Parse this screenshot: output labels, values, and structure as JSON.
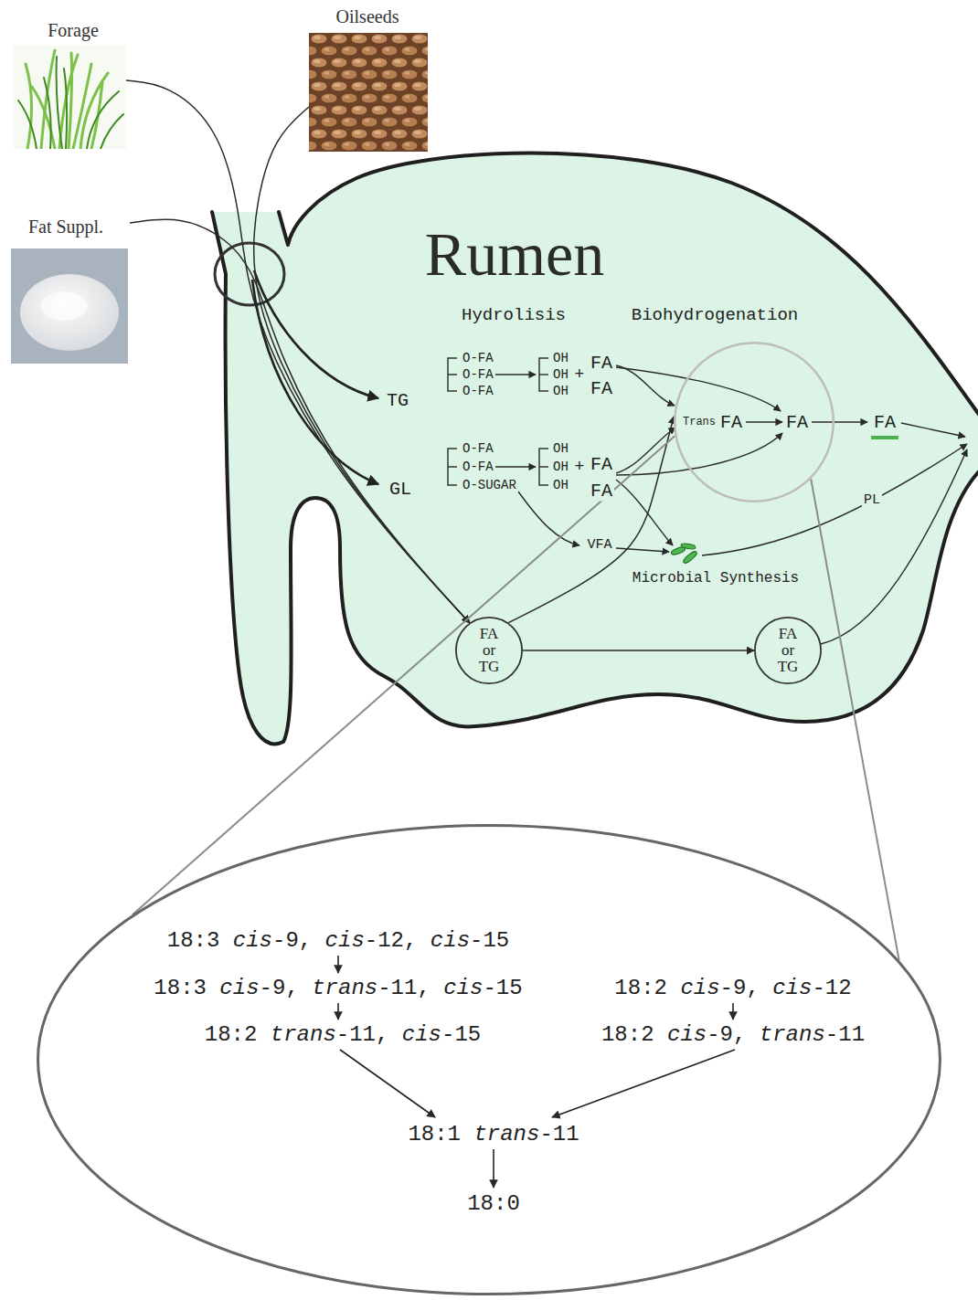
{
  "diagram": {
    "nodes": [
      {
        "text": [
          "Forage"
        ]
      },
      {
        "text": [
          "Oilseeds"
        ]
      },
      {
        "text": [
          "Fat Suppl."
        ]
      },
      {
        "text": [
          "Trans",
          "FA",
          "FA"
        ]
      },
      {
        "text": [
          "FA or TG"
        ]
      },
      {
        "text": [
          "FA or TG"
        ]
      },
      {
        "text": [
          "18:3 cis-9, cis-12, cis-15",
          "18:3 cis-9, trans-11, cis-15",
          "18:2 cis-9, cis-12",
          "18:2 trans-11, cis-15",
          "18:2 cis-9, trans-11",
          "18:1 trans-11",
          "18:0"
        ]
      }
    ],
    "edges": [
      {
        "from": 0,
        "to": 4,
        "arrow": "to"
      },
      {
        "from": 1,
        "to": 4,
        "arrow": "to"
      },
      {
        "from": 2,
        "to": 4,
        "arrow": "to"
      },
      {
        "from": 4,
        "to": 5,
        "arrow": "to"
      },
      {
        "from": 4,
        "to": 3,
        "arrow": "to"
      },
      {
        "from": 3,
        "to": 6,
        "arrow": "none"
      },
      {
        "from": 3,
        "to": 6,
        "arrow": "none"
      }
    ],
    "labels": [
      "Rumen",
      "Hydrolisis",
      "Biohydrogenation",
      "TG",
      "O-FA",
      "O-FA",
      "O-FA",
      "OH",
      "OH",
      "OH",
      "+",
      "FA",
      "FA",
      "GL",
      "O-FA",
      "O-FA",
      "O-SUGAR",
      "OH",
      "OH",
      "OH",
      "+",
      "FA",
      "FA",
      "FA",
      "VFA",
      "Microbial Synthesis",
      "PL"
    ]
  }
}
